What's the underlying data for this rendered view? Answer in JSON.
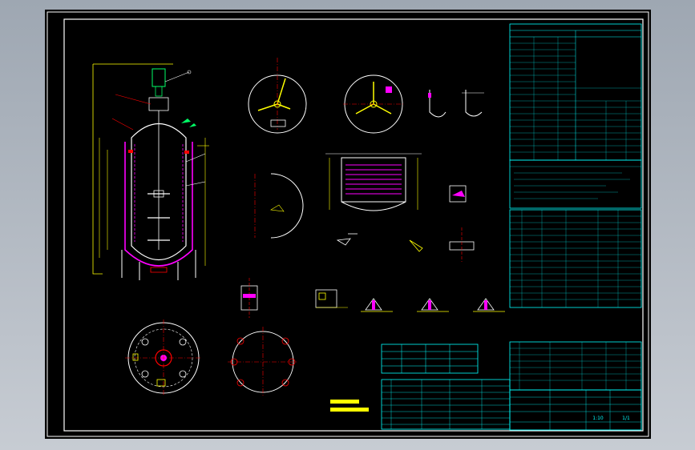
{
  "window": {
    "background": "#aeb4bc",
    "canvas_background": "#000000"
  },
  "colors": {
    "border": "#ffffff",
    "vessel": "#ffffff",
    "coil": "#ff00ff",
    "dimension": "#ffff00",
    "hatch": "#ff00ff",
    "center_line": "#ff0000",
    "table_lines": "#00ffff",
    "table_text": "#00ffff",
    "marker_red": "#ff0000",
    "motor_green": "#00ff66",
    "note_text": "#ffff00"
  },
  "icons": [
    "reactor-vessel-icon",
    "agitator-motor-icon",
    "flange-icon"
  ],
  "views": {
    "main": "reactor-elevation",
    "top": "nozzle-orientation-plan",
    "details": [
      "section-a",
      "section-b",
      "section-c",
      "section-d",
      "section-e"
    ]
  },
  "title_block": {
    "scale_text": "1:10",
    "sheet_text": "1/1"
  }
}
